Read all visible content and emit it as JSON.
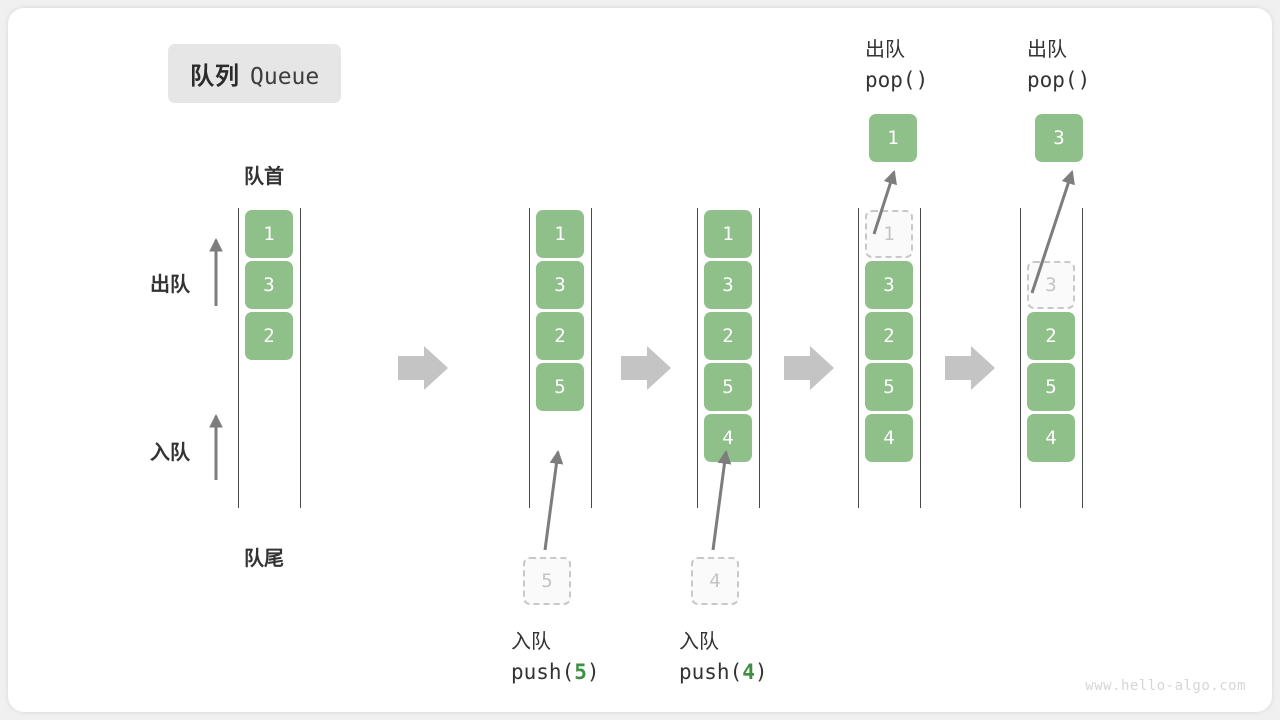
{
  "title": {
    "cn": "队列",
    "en": "Queue"
  },
  "labels": {
    "head": "队首",
    "tail": "队尾",
    "dequeue": "出队",
    "enqueue": "入队"
  },
  "colors": {
    "element": "#8fc08a",
    "ghost_border": "#c8c8c8",
    "ghost_text": "#c4c4c4",
    "arrow": "#7d7d7d",
    "step_arrow": "#c4c4c4",
    "accent_arg": "#3f8f43",
    "card": "#ffffff",
    "background": "#f0f0f0",
    "badge": "#e6e6e6"
  },
  "columns": [
    {
      "id": "initial",
      "items": [
        "1",
        "3",
        "2"
      ],
      "ghost": null,
      "popped": null,
      "caption": null
    },
    {
      "id": "after-push-5",
      "items": [
        "1",
        "3",
        "2",
        "5"
      ],
      "ghost": {
        "value": "5",
        "position": "below"
      },
      "popped": null,
      "caption": {
        "line1": "入队",
        "op": "push(",
        "arg": "5",
        "close": ")"
      }
    },
    {
      "id": "after-push-4",
      "items": [
        "1",
        "3",
        "2",
        "5",
        "4"
      ],
      "ghost": {
        "value": "4",
        "position": "below"
      },
      "popped": null,
      "caption": {
        "line1": "入队",
        "op": "push(",
        "arg": "4",
        "close": ")"
      }
    },
    {
      "id": "after-pop-1",
      "items": [
        "3",
        "2",
        "5",
        "4"
      ],
      "ghost": {
        "value": "1",
        "position": "slot-0"
      },
      "popped": {
        "value": "1"
      },
      "caption": {
        "line1": "出队",
        "op": "pop(",
        "arg": "",
        "close": ")"
      }
    },
    {
      "id": "after-pop-3",
      "items": [
        "2",
        "5",
        "4"
      ],
      "ghost": {
        "value": "3",
        "position": "slot-1"
      },
      "popped": {
        "value": "3"
      },
      "caption": {
        "line1": "出队",
        "op": "pop(",
        "arg": "",
        "close": ")"
      }
    }
  ],
  "step_arrows": 4,
  "watermark": "www.hello-algo.com"
}
